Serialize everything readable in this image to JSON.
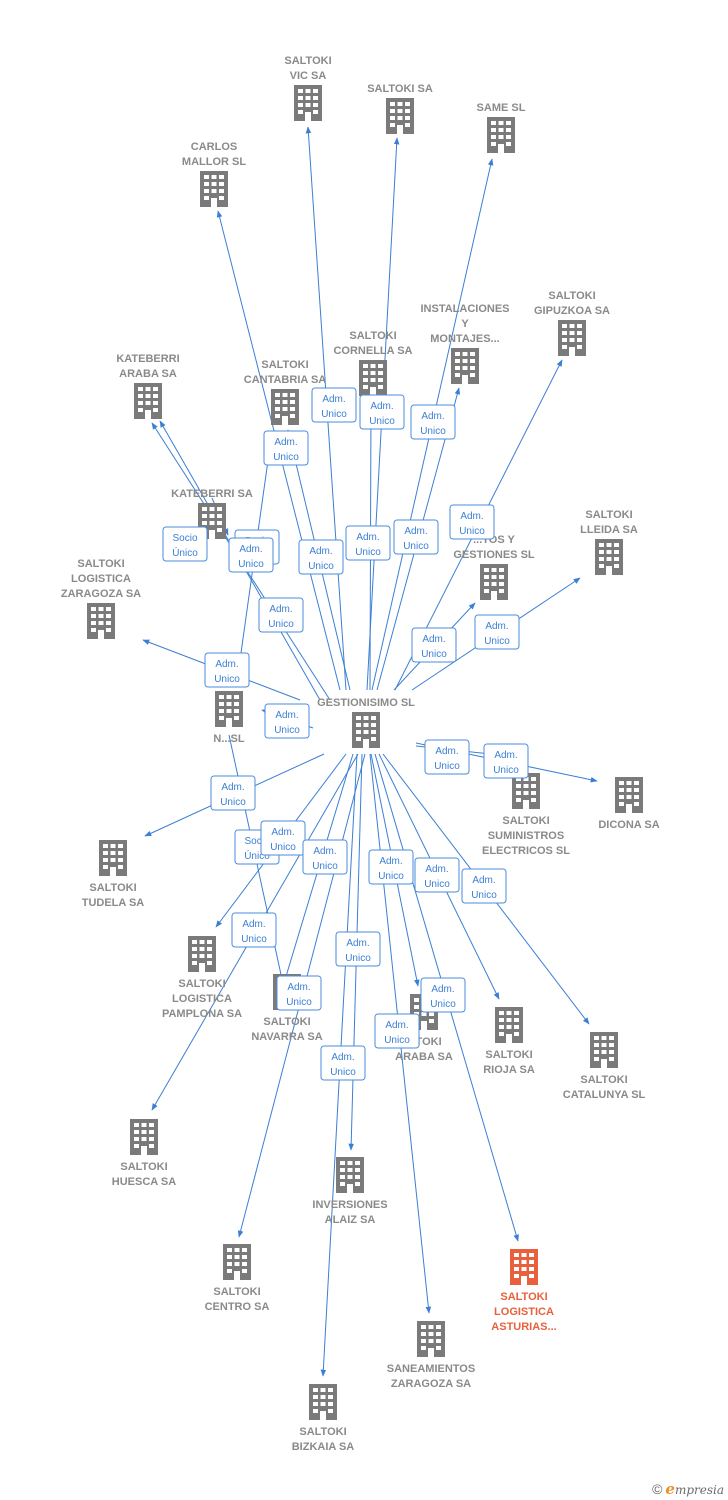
{
  "colors": {
    "edge": "#3b7fd4",
    "node": "#7a7a7a",
    "highlight": "#e8613c",
    "label": "#8a8a8a"
  },
  "center": {
    "id": "gestionisimo",
    "lines": [
      "GESTIONISIMO SL"
    ]
  },
  "nodes": [
    {
      "id": "vic",
      "lines": [
        "SALTOKI",
        "VIC SA"
      ]
    },
    {
      "id": "saltoki_sa",
      "lines": [
        "SALTOKI SA"
      ]
    },
    {
      "id": "same",
      "lines": [
        "SAME SL"
      ]
    },
    {
      "id": "carlos",
      "lines": [
        "CARLOS",
        "MALLOR SL"
      ]
    },
    {
      "id": "instalaciones",
      "lines": [
        "INSTALACIONES",
        "Y",
        "MONTAJES..."
      ]
    },
    {
      "id": "gipuzkoa",
      "lines": [
        "SALTOKI",
        "GIPUZKOA SA"
      ]
    },
    {
      "id": "cornella",
      "lines": [
        "SALTOKI",
        "CORNELLA SA"
      ]
    },
    {
      "id": "kat_araba",
      "lines": [
        "KATEBERRI",
        "ARABA SA"
      ]
    },
    {
      "id": "cantabria",
      "lines": [
        "SALTOKI",
        "CANTABRIA SA"
      ]
    },
    {
      "id": "kateberri",
      "lines": [
        "KATEBERRI SA"
      ]
    },
    {
      "id": "lleida",
      "lines": [
        "SALTOKI",
        "LLEIDA SA"
      ]
    },
    {
      "id": "proyectos",
      "lines": [
        "...TOS Y",
        "GESTIONES SL"
      ]
    },
    {
      "id": "log_zaragoza",
      "lines": [
        "SALTOKI",
        "LOGISTICA",
        "ZARAGOZA SA"
      ]
    },
    {
      "id": "n_sl",
      "lines": [
        "N...SL"
      ]
    },
    {
      "id": "suministros",
      "lines": [
        "SALTOKI",
        "SUMINISTROS",
        "ELECTRICOS SL"
      ]
    },
    {
      "id": "dicona",
      "lines": [
        "DICONA SA"
      ]
    },
    {
      "id": "tudela",
      "lines": [
        "SALTOKI",
        "TUDELA SA"
      ]
    },
    {
      "id": "log_pamplona",
      "lines": [
        "SALTOKI",
        "LOGISTICA",
        "PAMPLONA SA"
      ]
    },
    {
      "id": "navarra",
      "lines": [
        "SALTOKI",
        "NAVARRA SA"
      ]
    },
    {
      "id": "araba",
      "lines": [
        "...TOKI",
        "ARABA SA"
      ]
    },
    {
      "id": "rioja",
      "lines": [
        "SALTOKI",
        "RIOJA SA"
      ]
    },
    {
      "id": "catalunya",
      "lines": [
        "SALTOKI",
        "CATALUNYA SL"
      ]
    },
    {
      "id": "huesca",
      "lines": [
        "SALTOKI",
        "HUESCA SA"
      ]
    },
    {
      "id": "inversiones",
      "lines": [
        "INVERSIONES",
        "ALAIZ SA"
      ]
    },
    {
      "id": "asturias",
      "lines": [
        "SALTOKI",
        "LOGISTICA",
        "ASTURIAS..."
      ],
      "highlight": true
    },
    {
      "id": "centro",
      "lines": [
        "SALTOKI",
        "CENTRO SA"
      ]
    },
    {
      "id": "saneamientos",
      "lines": [
        "SANEAMIENTOS",
        "ZARAGOZA SA"
      ]
    },
    {
      "id": "bizkaia",
      "lines": [
        "SALTOKI",
        "BIZKAIA SA"
      ]
    }
  ],
  "edge_labels": [
    {
      "id": "e_vic",
      "lines": [
        "Adm.",
        "Unico"
      ]
    },
    {
      "id": "e_saltoki_sa",
      "lines": [
        "Adm.",
        "Unico"
      ]
    },
    {
      "id": "e_same",
      "lines": [
        "Adm.",
        "Unico"
      ]
    },
    {
      "id": "e_carlos",
      "lines": [
        "Adm.",
        "Unico"
      ]
    },
    {
      "id": "e_cornella",
      "lines": [
        "Adm.",
        "Unico"
      ]
    },
    {
      "id": "e_instalaciones",
      "lines": [
        "Adm.",
        "Unico"
      ]
    },
    {
      "id": "e_gipuzkoa",
      "lines": [
        "Adm.",
        "Unico"
      ]
    },
    {
      "id": "e_cantabria",
      "lines": [
        "Adm.",
        "Unico"
      ]
    },
    {
      "id": "e_kat_araba_socio",
      "lines": [
        "Socio",
        "Único"
      ]
    },
    {
      "id": "e_kateberri_socio",
      "lines": [
        "Socio",
        "Único"
      ]
    },
    {
      "id": "e_kat_araba",
      "lines": [
        "Adm.",
        "Unico"
      ]
    },
    {
      "id": "e_proyectos",
      "lines": [
        "Adm.",
        "Unico"
      ]
    },
    {
      "id": "e_lleida",
      "lines": [
        "Adm.",
        "Unico"
      ]
    },
    {
      "id": "e_log_zaragoza",
      "lines": [
        "Adm.",
        "Unico"
      ]
    },
    {
      "id": "e_n_sl",
      "lines": [
        "Adm.",
        "Unico"
      ]
    },
    {
      "id": "e_suministros",
      "lines": [
        "Adm.",
        "Unico"
      ]
    },
    {
      "id": "e_dicona",
      "lines": [
        "Adm.",
        "Unico"
      ]
    },
    {
      "id": "e_tudela",
      "lines": [
        "Adm.",
        "Unico"
      ]
    },
    {
      "id": "e_log_pamplona_socio",
      "lines": [
        "Socio",
        "Único"
      ]
    },
    {
      "id": "e_log_pamplona",
      "lines": [
        "Adm.",
        "Unico"
      ]
    },
    {
      "id": "e_navarra",
      "lines": [
        "Adm.",
        "Unico"
      ]
    },
    {
      "id": "e_huesca",
      "lines": [
        "Adm.",
        "Unico"
      ]
    },
    {
      "id": "e_araba",
      "lines": [
        "Adm.",
        "Unico"
      ]
    },
    {
      "id": "e_rioja",
      "lines": [
        "Adm.",
        "Unico"
      ]
    },
    {
      "id": "e_catalunya",
      "lines": [
        "Adm.",
        "Unico"
      ]
    },
    {
      "id": "e_inversiones",
      "lines": [
        "Adm.",
        "Unico"
      ]
    },
    {
      "id": "e_centro",
      "lines": [
        "Adm.",
        "Unico"
      ]
    },
    {
      "id": "e_asturias",
      "lines": [
        "Adm.",
        "Unico"
      ]
    },
    {
      "id": "e_saneamientos",
      "lines": [
        "Adm.",
        "Unico"
      ]
    },
    {
      "id": "e_bizkaia",
      "lines": [
        "Adm.",
        "Unico"
      ]
    },
    {
      "id": "e_cantabria2",
      "lines": [
        "Adm.",
        "Unico"
      ]
    }
  ],
  "footer": {
    "copyright": "©",
    "brand_first": "e",
    "brand_rest": "mpresia"
  }
}
